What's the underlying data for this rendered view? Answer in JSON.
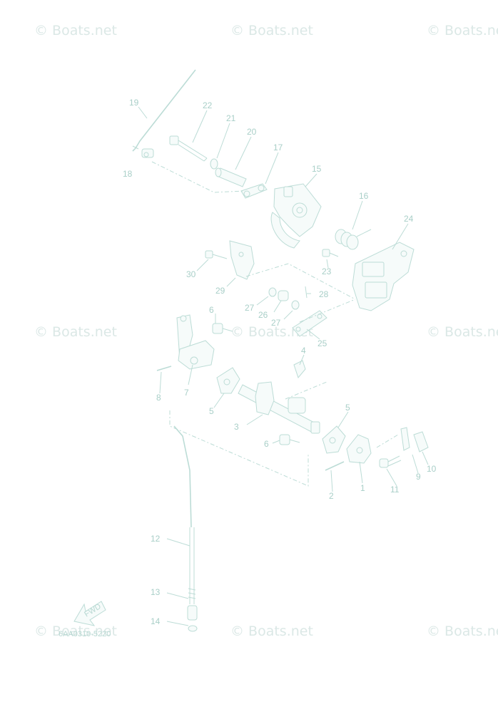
{
  "watermark": "© Boats.net",
  "diagram": {
    "parts": [
      "1",
      "2",
      "3",
      "4",
      "5",
      "5",
      "6",
      "6",
      "7",
      "8",
      "9",
      "10",
      "11",
      "12",
      "13",
      "14",
      "15",
      "16",
      "17",
      "18",
      "19",
      "20",
      "21",
      "22",
      "23",
      "24",
      "25",
      "26",
      "27",
      "27",
      "28",
      "29",
      "30"
    ],
    "fwd_label": "FWD",
    "code": "6AA0310-5220"
  }
}
